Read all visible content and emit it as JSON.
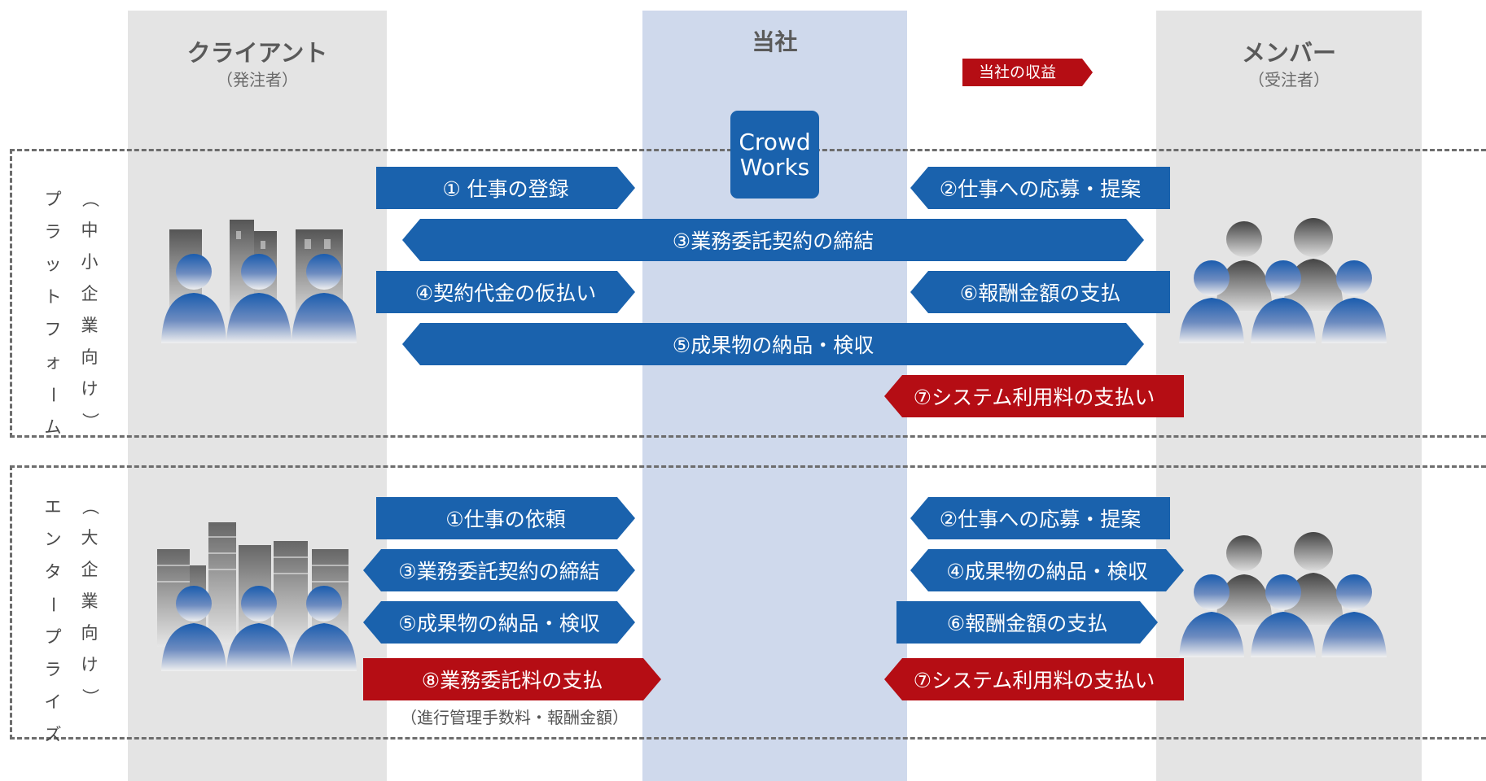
{
  "columns": {
    "client": {
      "title": "クライアント",
      "sub": "（発注者）"
    },
    "company": {
      "title": "当社"
    },
    "member": {
      "title": "メンバー",
      "sub": "（受注者）"
    }
  },
  "revenue_label": "当社の収益",
  "logo": {
    "line1": "Crowd",
    "line2": "Works"
  },
  "sections": {
    "platform": {
      "title": "プラットフォーム",
      "subtitle": "（中小企業向け）",
      "arrows": {
        "a1": "① 仕事の登録",
        "a2": "②仕事への応募・提案",
        "a3": "③業務委託契約の締結",
        "a4": "④契約代金の仮払い",
        "a6": "⑥報酬金額の支払",
        "a5": "⑤成果物の納品・検収",
        "a7": "⑦システム利用料の支払い"
      }
    },
    "enterprise": {
      "title": "エンタープライズ",
      "subtitle": "（大企業向け）",
      "arrows": {
        "a1": "①仕事の依頼",
        "a2": "②仕事への応募・提案",
        "a3": "③業務委託契約の締結",
        "a4": "④成果物の納品・検収",
        "a5": "⑤成果物の納品・検収",
        "a6": "⑥報酬金額の支払",
        "a8": "⑧業務委託料の支払",
        "a7": "⑦システム利用料の支払い"
      },
      "note": "（進行管理手数料・報酬金額）"
    }
  },
  "colors": {
    "blue": "#1a62ad",
    "red": "#b50d14",
    "column_gray": "#e4e4e4",
    "column_blue": "#cfd9ec"
  },
  "icons": {
    "client_platform": "small-buildings-people-icon",
    "member_platform": "member-group-icon",
    "client_enterprise": "large-buildings-people-icon",
    "member_enterprise": "member-group-icon"
  }
}
